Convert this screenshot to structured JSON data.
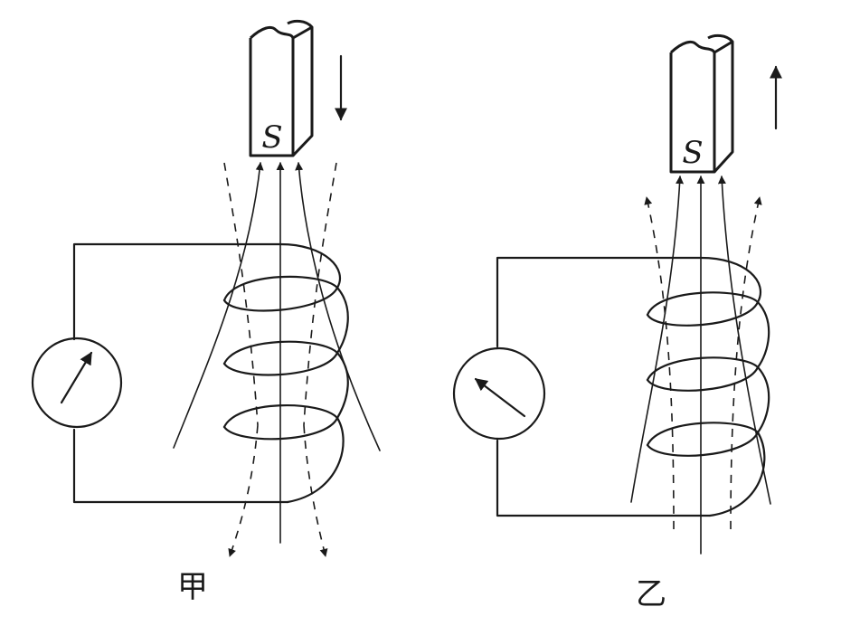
{
  "panels": [
    {
      "caption": "甲",
      "pole_label": "S",
      "magnet_motion": "down"
    },
    {
      "caption": "乙",
      "pole_label": "S",
      "magnet_motion": "up"
    }
  ]
}
